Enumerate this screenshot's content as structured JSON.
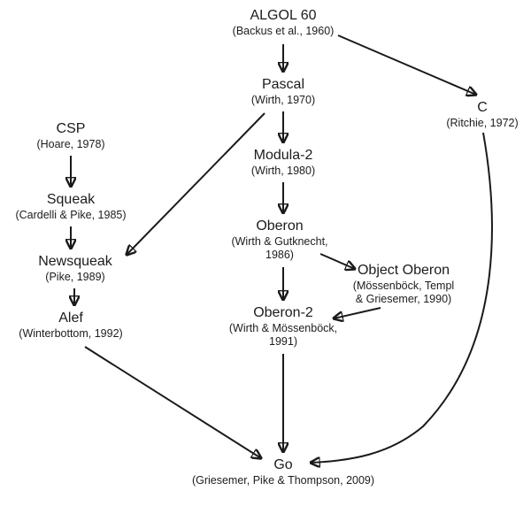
{
  "nodes": [
    {
      "id": "algol60",
      "label": "ALGOL 60",
      "caption": [
        "(Backus et al., 1960)"
      ]
    },
    {
      "id": "pascal",
      "label": "Pascal",
      "caption": [
        "(Wirth, 1970)"
      ]
    },
    {
      "id": "c",
      "label": "C",
      "caption": [
        "(Ritchie, 1972)"
      ]
    },
    {
      "id": "csp",
      "label": "CSP",
      "caption": [
        "(Hoare, 1978)"
      ]
    },
    {
      "id": "modula2",
      "label": "Modula-2",
      "caption": [
        "(Wirth, 1980)"
      ]
    },
    {
      "id": "squeak",
      "label": "Squeak",
      "caption": [
        "(Cardelli & Pike, 1985)"
      ]
    },
    {
      "id": "oberon",
      "label": "Oberon",
      "caption": [
        "(Wirth & Gutknecht,",
        "1986)"
      ]
    },
    {
      "id": "newsqueak",
      "label": "Newsqueak",
      "caption": [
        "(Pike, 1989)"
      ]
    },
    {
      "id": "object-oberon",
      "label": "Object Oberon",
      "caption": [
        "(Mössenböck, Templ",
        "& Griesemer, 1990)"
      ]
    },
    {
      "id": "oberon2",
      "label": "Oberon-2",
      "caption": [
        "(Wirth & Mössenböck,",
        "1991)"
      ]
    },
    {
      "id": "alef",
      "label": "Alef",
      "caption": [
        "(Winterbottom, 1992)"
      ]
    },
    {
      "id": "go",
      "label": "Go",
      "caption": [
        "(Griesemer, Pike & Thompson, 2009)"
      ]
    }
  ],
  "edges": [
    {
      "from": "ALGOL 60",
      "to": "Pascal"
    },
    {
      "from": "ALGOL 60",
      "to": "C"
    },
    {
      "from": "Pascal",
      "to": "Modula-2"
    },
    {
      "from": "Pascal",
      "to": "Newsqueak"
    },
    {
      "from": "Modula-2",
      "to": "Oberon"
    },
    {
      "from": "CSP",
      "to": "Squeak"
    },
    {
      "from": "Squeak",
      "to": "Newsqueak"
    },
    {
      "from": "Newsqueak",
      "to": "Alef"
    },
    {
      "from": "Oberon",
      "to": "Object Oberon"
    },
    {
      "from": "Oberon",
      "to": "Oberon-2"
    },
    {
      "from": "Object Oberon",
      "to": "Oberon-2"
    },
    {
      "from": "Oberon-2",
      "to": "Go"
    },
    {
      "from": "Alef",
      "to": "Go"
    },
    {
      "from": "C",
      "to": "Go"
    }
  ],
  "colors": {
    "background": "#ffffff",
    "line": "#1a1a1a",
    "text": "#1c1c1c"
  }
}
